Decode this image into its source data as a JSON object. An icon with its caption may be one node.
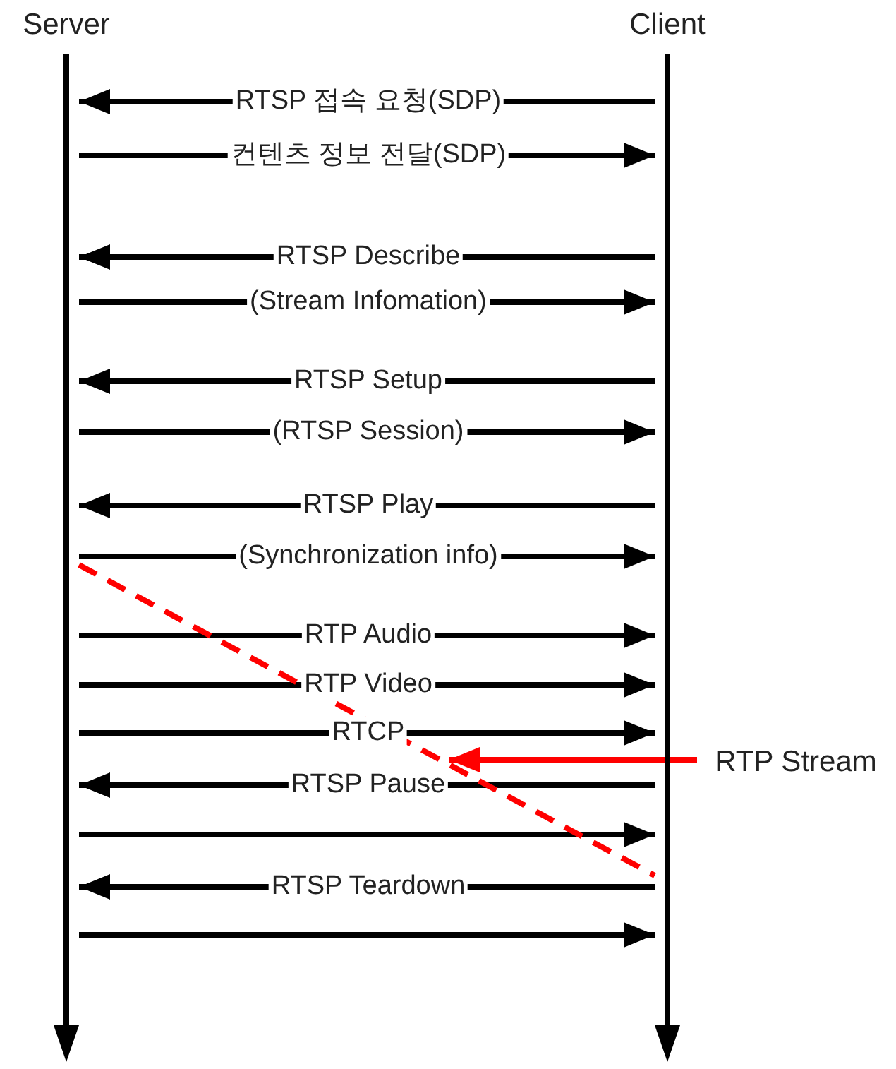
{
  "diagram": {
    "nodes": [
      {
        "text": [
          "Server"
        ]
      },
      {
        "text": [
          "Client"
        ]
      },
      {
        "text": [],
        "shape": "line",
        "in": 0
      },
      {
        "text": [],
        "shape": "line",
        "in": 1
      },
      {
        "text": [
          "RTP Stream"
        ]
      }
    ],
    "edges": [
      {
        "from": 3,
        "to": 2,
        "arrow": "to",
        "label": "RTSP 접속 요청(SDP)"
      },
      {
        "from": 2,
        "to": 3,
        "arrow": "to",
        "label": "컨텐츠 정보 전달(SDP)"
      },
      {
        "from": 3,
        "to": 2,
        "arrow": "to",
        "label": "RTSP Describe"
      },
      {
        "from": 2,
        "to": 3,
        "arrow": "to",
        "label": "(Stream Infomation)"
      },
      {
        "from": 3,
        "to": 2,
        "arrow": "to",
        "label": "RTSP Setup"
      },
      {
        "from": 2,
        "to": 3,
        "arrow": "to",
        "label": "(RTSP Session)"
      },
      {
        "from": 3,
        "to": 2,
        "arrow": "to",
        "label": "RTSP Play"
      },
      {
        "from": 2,
        "to": 3,
        "arrow": "to",
        "label": "(Synchronization info)"
      },
      {
        "from": 2,
        "to": 3,
        "arrow": "to",
        "label": "RTP Audio"
      },
      {
        "from": 2,
        "to": 3,
        "arrow": "to",
        "label": "RTP Video"
      },
      {
        "from": 2,
        "to": 3,
        "arrow": "to",
        "label": "RTCP"
      },
      {
        "from": 3,
        "to": 2,
        "arrow": "to",
        "label": "RTSP Pause"
      },
      {
        "from": 2,
        "to": 3,
        "arrow": "to"
      },
      {
        "from": 3,
        "to": 2,
        "arrow": "to",
        "label": "RTSP Teardown"
      },
      {
        "from": 2,
        "to": 3,
        "arrow": "to"
      },
      {
        "from": 4,
        "to": null,
        "arrow": "to",
        "color": "#ff0000"
      },
      {
        "from": 2,
        "to": 3,
        "arrow": "none",
        "style": "dashed",
        "color": "#ff0000"
      }
    ]
  }
}
